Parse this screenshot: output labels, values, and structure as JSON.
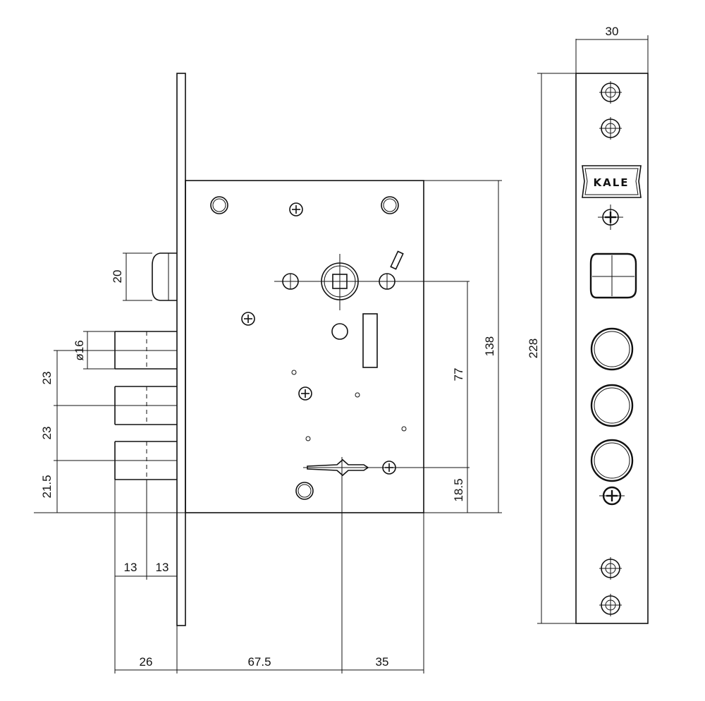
{
  "diagram": {
    "brand_logo": "KALE",
    "dimensions": {
      "faceplate_width": "30",
      "faceplate_height": "228",
      "case_height": "138",
      "spindle_to_cylinder": "77",
      "cylinder_to_bottom": "18.5",
      "latch_height": "20",
      "bolt_diameter": "ø16",
      "bolt_spacing_1": "23",
      "bolt_spacing_2": "23",
      "bolt_to_bottom": "21.5",
      "bolt_width_1": "13",
      "bolt_width_2": "13",
      "throw": "26",
      "backset": "67.5",
      "case_to_end": "35"
    }
  }
}
